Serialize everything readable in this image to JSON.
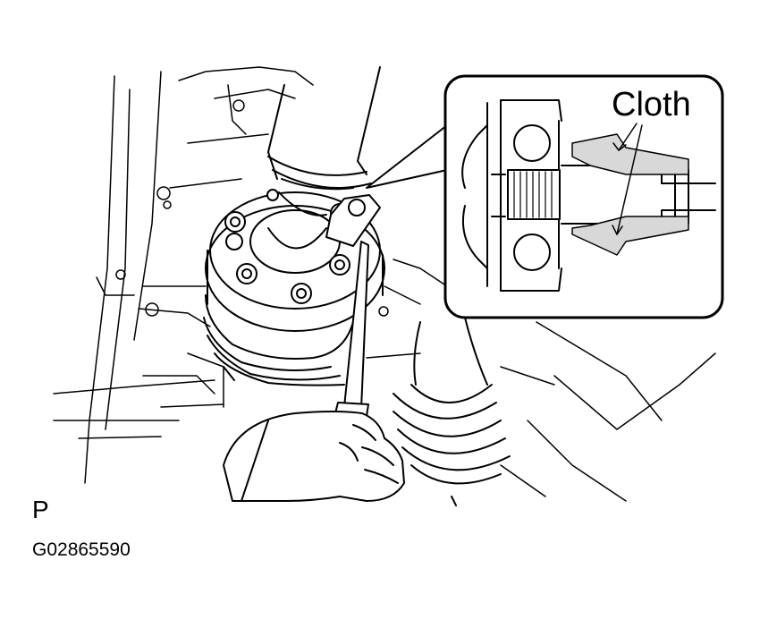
{
  "illustration": {
    "callout_label": "Cloth",
    "position_mark": "P",
    "figure_code": "G02865590"
  },
  "colors": {
    "line": "#000000",
    "background": "#ffffff",
    "cloth_fill": "#d8d8d8"
  }
}
